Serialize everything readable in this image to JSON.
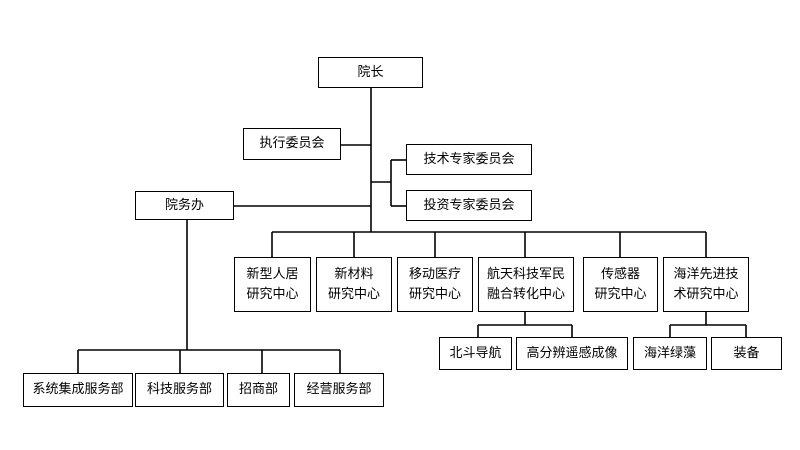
{
  "nodes": {
    "dean": "院长",
    "exec_committee": "执行委员会",
    "tech_expert_committee": "技术专家委员会",
    "invest_expert_committee": "投资专家委员会",
    "office": "院务办",
    "center_smart_home": [
      "新型人居",
      "研究中心"
    ],
    "center_materials": [
      "新材料",
      "研究中心"
    ],
    "center_mobile_medical": [
      "移动医疗",
      "研究中心"
    ],
    "center_aerospace": [
      "航天科技军民",
      "融合转化中心"
    ],
    "center_sensor": [
      "传感器",
      "研究中心"
    ],
    "center_ocean": [
      "海洋先进技",
      "术研究中心"
    ],
    "beidou": "北斗导航",
    "remote_sensing": "高分辨遥感成像",
    "seaweed": "海洋绿藻",
    "equipment": "装备",
    "dept_system_integration": "系统集成服务部",
    "dept_tech_services": "科技服务部",
    "dept_investment": "招商部",
    "dept_operations": "经营服务部"
  }
}
